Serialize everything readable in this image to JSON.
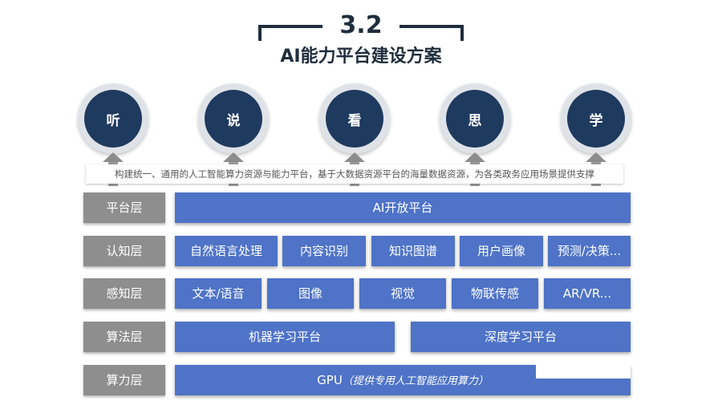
{
  "header": {
    "section_number": "3.2",
    "title": "AI能力平台建设方案"
  },
  "capabilities": [
    "听",
    "说",
    "看",
    "思",
    "学"
  ],
  "description": "构建统一、通用的人工智能算力资源与能力平台，基于大数据资源平台的海量数据资源，为各类政务应用场景提供支撑",
  "layers": {
    "platform": {
      "label": "平台层",
      "items": [
        "AI开放平台"
      ]
    },
    "cognition": {
      "label": "认知层",
      "items": [
        "自然语言处理",
        "内容识别",
        "知识图谱",
        "用户画像",
        "预测/决策..."
      ]
    },
    "perception": {
      "label": "感知层",
      "items": [
        "文本/语音",
        "图像",
        "视觉",
        "物联传感",
        "AR/VR..."
      ]
    },
    "algorithm": {
      "label": "算法层",
      "items": [
        "机器学习平台",
        "深度学习平台"
      ]
    },
    "compute": {
      "label": "算力层",
      "item_main": "GPU",
      "item_note": "（提供专用人工智能应用算力）"
    }
  },
  "colors": {
    "dark_navy": "#1f3a5f",
    "box_blue": "#4e73c7",
    "label_gray": "#8e8e8e"
  }
}
